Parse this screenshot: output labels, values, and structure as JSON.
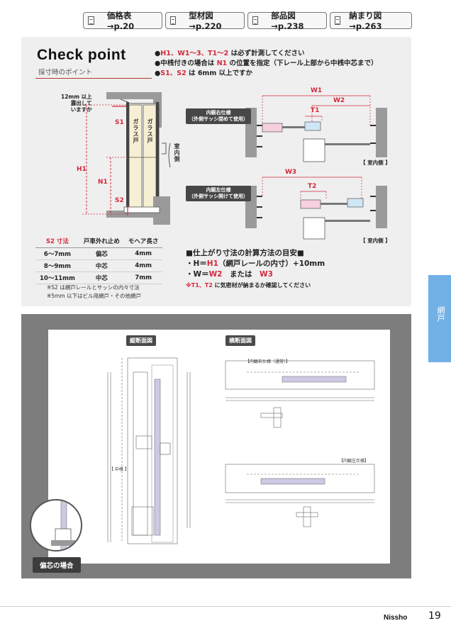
{
  "nav": [
    {
      "label": "価格表→p.20"
    },
    {
      "label": "型材図→p.220"
    },
    {
      "label": "部品図→p.238"
    },
    {
      "label": "納まり図→p.263"
    }
  ],
  "checkpoint": {
    "title": "Check point",
    "subtitle": "採寸時のポイント",
    "bullets": [
      {
        "red": "H1、W1〜3、T1〜2",
        "text": " は必ず計測してください"
      },
      {
        "pre": "中桟付きの場合は ",
        "red": "N1",
        "text": " の位置を指定（下レール上部から中桟中芯まで）"
      },
      {
        "red": "S1、S2",
        "text": " は 6mm 以上ですか"
      }
    ]
  },
  "left_diagram": {
    "protrude_note": "12mm 以上\n露出して\nいますか",
    "glass1": "ガラス戸",
    "glass2": "ガラス戸",
    "interior": "室内側",
    "labels": {
      "s1": "S1",
      "s2": "S2",
      "h1": "H1",
      "n1": "N1"
    }
  },
  "right_diagram": {
    "right_cap": "内観右仕様\n（外側サッシ閉めて使用）",
    "left_cap": "内観左仕様\n（外側サッシ開けて使用）",
    "w1": "W1",
    "w2": "W2",
    "w3": "W3",
    "t1": "T1",
    "t2": "T2",
    "room1": "【 室内側 】",
    "room2": "【 室内側 】"
  },
  "s2_table": {
    "headers": [
      "S2 寸法",
      "戸車外れ止め",
      "モヘア長さ"
    ],
    "rows": [
      [
        "6〜7mm",
        "偏芯",
        "4mm"
      ],
      [
        "8〜9mm",
        "中芯",
        "4mm"
      ],
      [
        "10〜11mm",
        "中芯",
        "7mm"
      ]
    ],
    "notes": [
      "※S2 は網戸レールとサッシの内々寸法",
      "※5mm 以下はビル用網戸・その他網戸"
    ]
  },
  "calc": {
    "heading": "■仕上がり寸法の計算方法の目安■",
    "line1_pre": "・H＝",
    "line1_red": "H1",
    "line1_post": "（網戸レールの内寸）+10mm",
    "line2_pre": "・W＝",
    "line2_red1": "W2",
    "line2_mid": "　または　",
    "line2_red2": "W3",
    "note_red": "※T1、T2",
    "note_text": " に気密材が納まるか確認してください"
  },
  "drawings": {
    "vertical": "縦断面図",
    "horizontal": "横断面図",
    "offset_tag": "偏芯の場合",
    "mid_label": "【 中桟 】",
    "right_spec": "【内観右仕様（通常）】",
    "left_spec": "【内観左仕様】"
  },
  "sidetab": "網戸",
  "footer": {
    "brand": "Nissho",
    "page": "19"
  },
  "colors": {
    "red": "#d4283a",
    "blue_tab": "#72b1e6",
    "pink": "#f6cfe0",
    "light_blue": "#cfe6f7"
  }
}
